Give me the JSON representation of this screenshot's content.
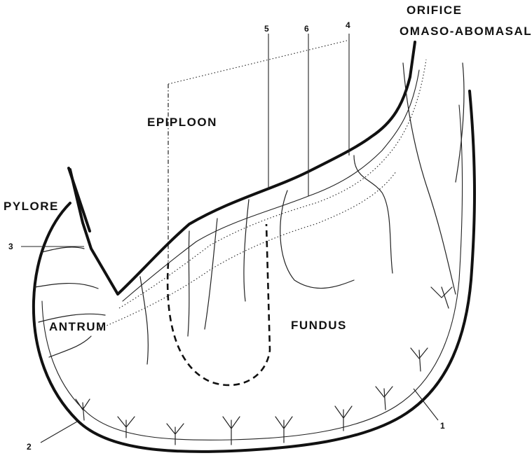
{
  "labels": {
    "orifice": "ORIFICE",
    "omaso_abomasal": "OMASO-ABOMASAL",
    "epiploon": "EPIPLOON",
    "pylore": "PYLORE",
    "antrum": "ANTRUM",
    "fundus": "FUNDUS"
  },
  "numbers": {
    "n1": "1",
    "n2": "2",
    "n3": "3",
    "n4": "4",
    "n5": "5",
    "n6": "6"
  },
  "colors": {
    "ink": "#111111",
    "background": "#ffffff"
  }
}
